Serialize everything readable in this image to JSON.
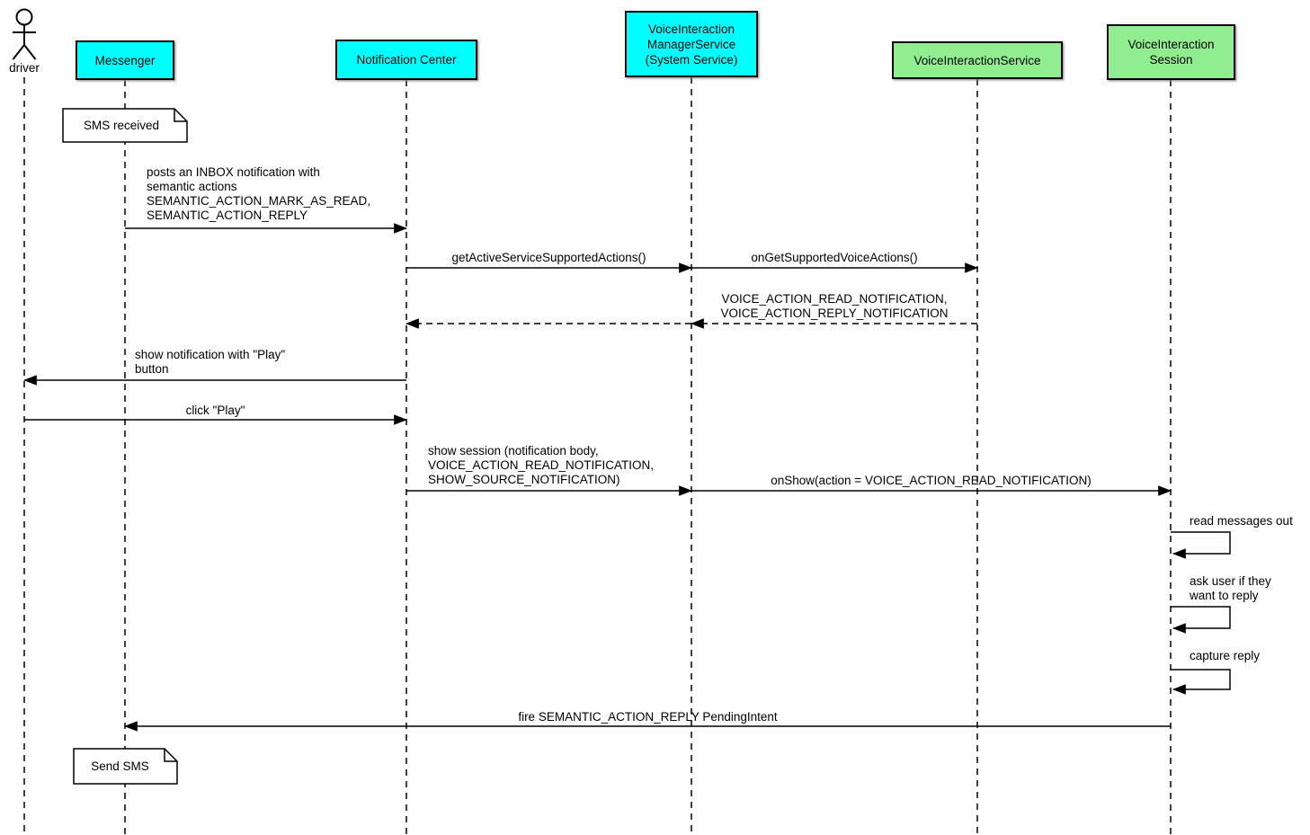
{
  "diagram": {
    "type": "uml-sequence-diagram",
    "colors": {
      "system_participant_fill": "#00FFFF",
      "voice_service_fill": "#90EE90",
      "note_fill": "#FFFFFF",
      "line_color": "#000000",
      "background": "#FFFFFF"
    },
    "actor": {
      "label": "driver"
    },
    "participants": [
      {
        "label": "Messenger",
        "kind": "system"
      },
      {
        "label": "Notification Center",
        "kind": "system"
      },
      {
        "label": "VoiceInteraction\nManagerService\n(System Service)",
        "kind": "system"
      },
      {
        "label": "VoiceInteractionService",
        "kind": "voice"
      },
      {
        "label": "VoiceInteraction\nSession",
        "kind": "voice"
      }
    ],
    "notes": [
      {
        "text": "SMS received",
        "attached_to": "Messenger"
      },
      {
        "text": "Send SMS",
        "attached_to": "Messenger"
      }
    ],
    "messages": [
      {
        "from": "Messenger",
        "to": "Notification Center",
        "style": "solid",
        "label": "posts an INBOX notification with\nsemantic actions\nSEMANTIC_ACTION_MARK_AS_READ,\nSEMANTIC_ACTION_REPLY"
      },
      {
        "from": "Notification Center",
        "to": "VoiceInteraction ManagerService (System Service)",
        "style": "solid",
        "label": "getActiveServiceSupportedActions()"
      },
      {
        "from": "VoiceInteraction ManagerService (System Service)",
        "to": "VoiceInteractionService",
        "style": "solid",
        "label": "onGetSupportedVoiceActions()"
      },
      {
        "from": "VoiceInteractionService",
        "to": "VoiceInteraction ManagerService (System Service)",
        "style": "dashed",
        "label": "VOICE_ACTION_READ_NOTIFICATION,\nVOICE_ACTION_REPLY_NOTIFICATION"
      },
      {
        "from": "VoiceInteraction ManagerService (System Service)",
        "to": "Notification Center",
        "style": "dashed",
        "label": ""
      },
      {
        "from": "Notification Center",
        "to": "driver",
        "style": "solid",
        "label": "show notification with \"Play\"\nbutton"
      },
      {
        "from": "driver",
        "to": "Notification Center",
        "style": "solid",
        "label": "click \"Play\""
      },
      {
        "from": "Notification Center",
        "to": "VoiceInteraction ManagerService (System Service)",
        "style": "solid",
        "label": "show session (notification body,\nVOICE_ACTION_READ_NOTIFICATION,\nSHOW_SOURCE_NOTIFICATION)"
      },
      {
        "from": "VoiceInteraction ManagerService (System Service)",
        "to": "VoiceInteraction Session",
        "style": "solid",
        "label": "onShow(action = VOICE_ACTION_READ_NOTIFICATION)"
      },
      {
        "self": "VoiceInteraction Session",
        "style": "solid",
        "label": "read messages out"
      },
      {
        "self": "VoiceInteraction Session",
        "style": "solid",
        "label": "ask user if they\nwant to reply"
      },
      {
        "self": "VoiceInteraction Session",
        "style": "solid",
        "label": "capture reply"
      },
      {
        "from": "VoiceInteraction Session",
        "to": "Messenger",
        "style": "solid",
        "label": "fire SEMANTIC_ACTION_REPLY PendingIntent"
      }
    ]
  }
}
